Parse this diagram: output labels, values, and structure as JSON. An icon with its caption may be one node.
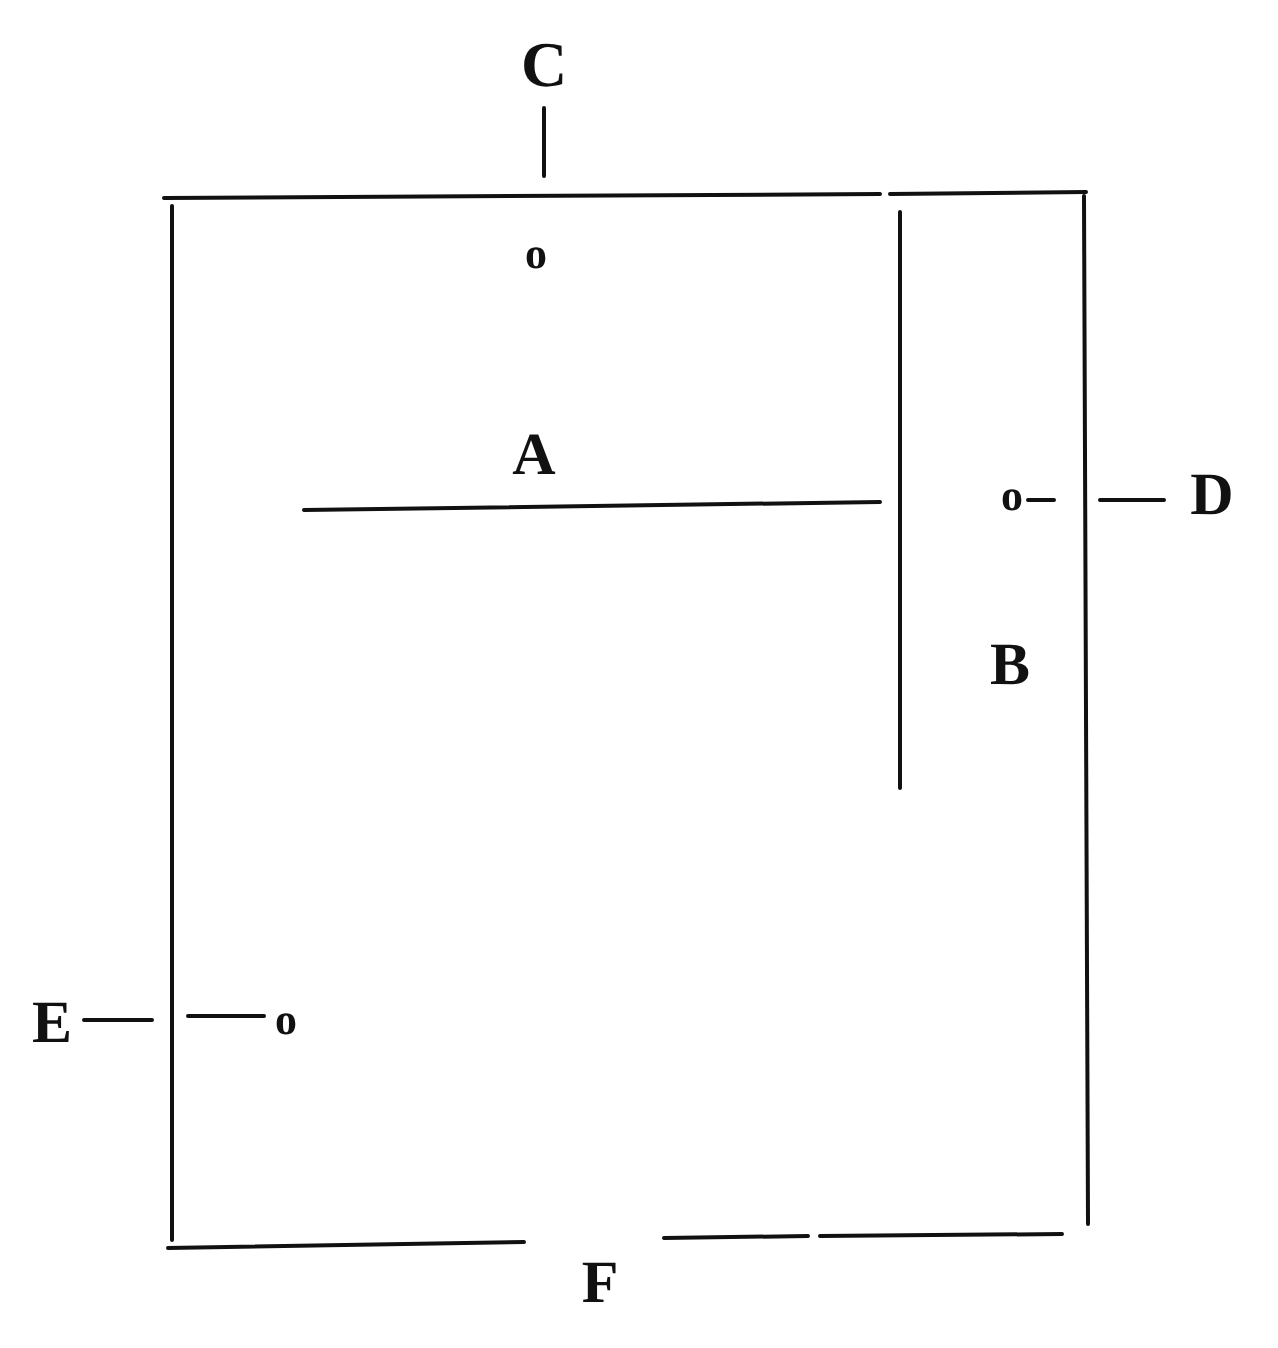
{
  "diagram": {
    "labels": [
      "C",
      "o",
      "A",
      "o",
      "D",
      "B",
      "E",
      "o",
      "F"
    ]
  }
}
